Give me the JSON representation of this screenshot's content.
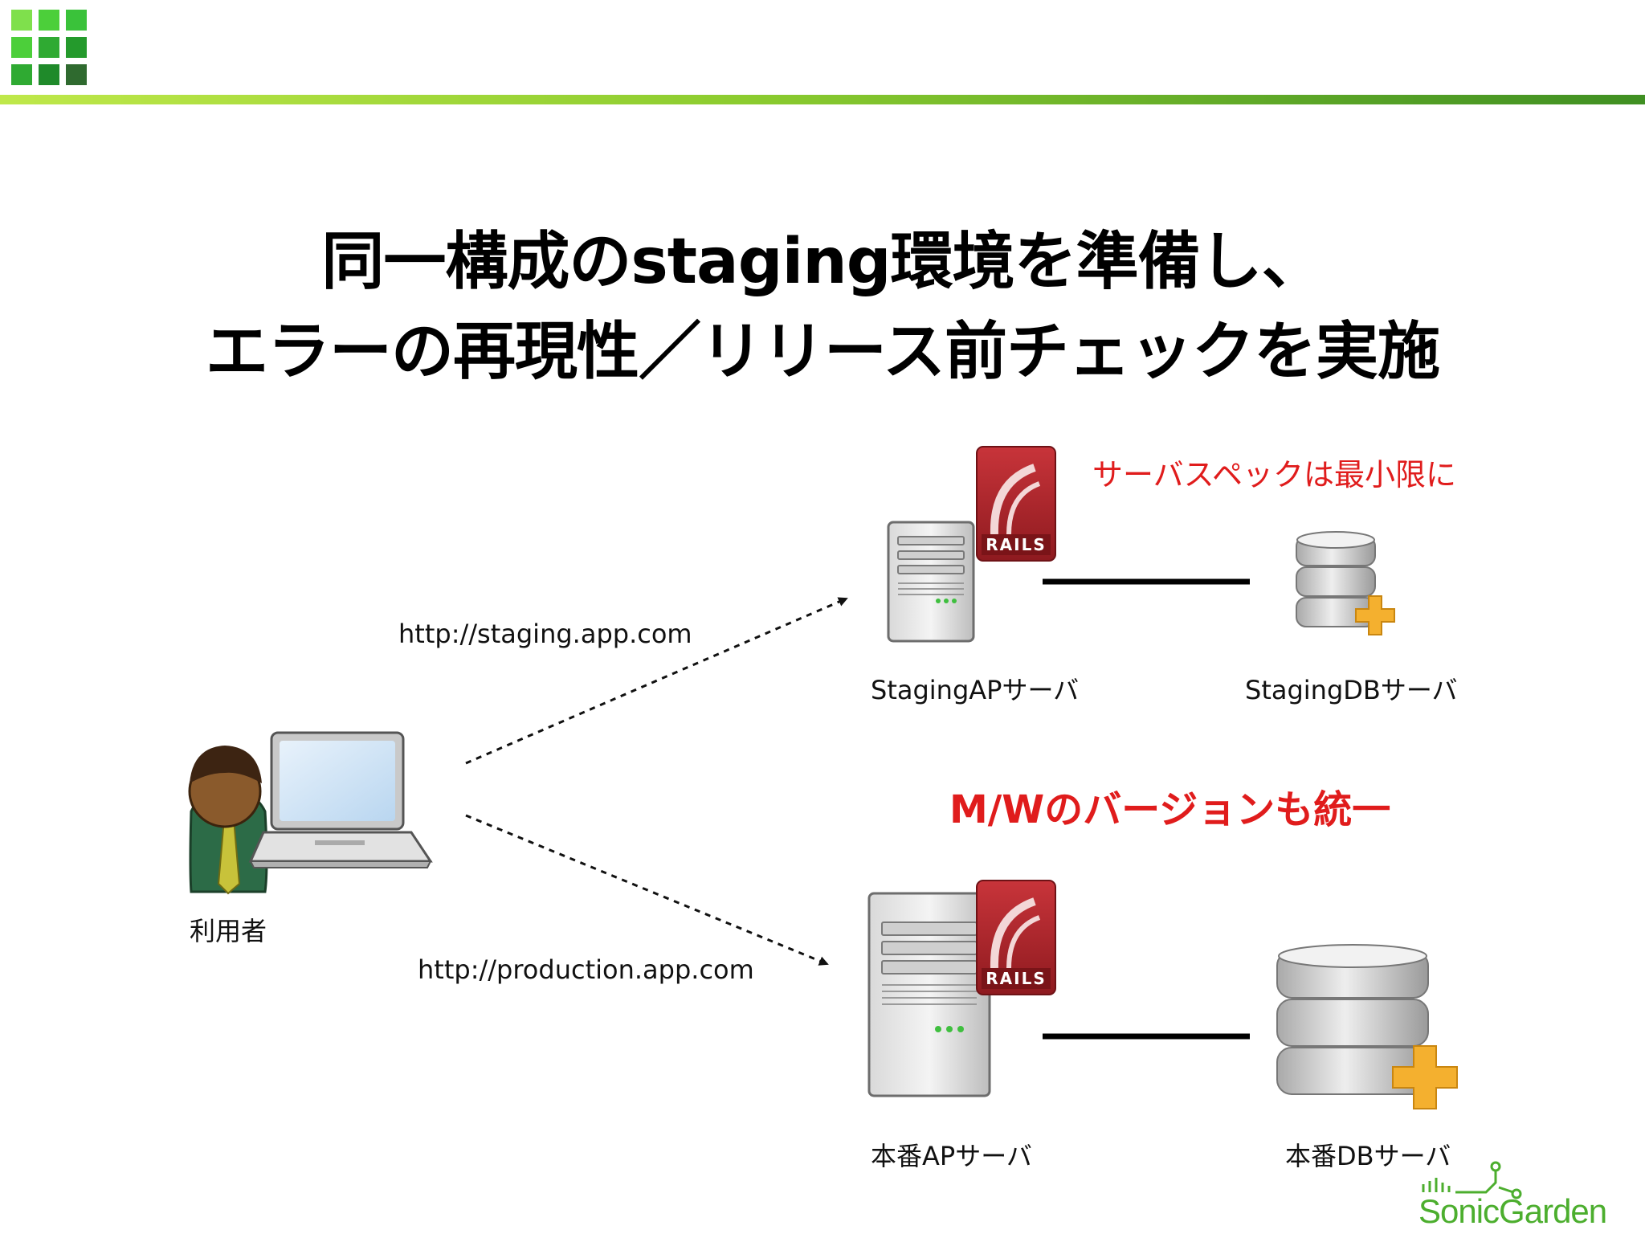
{
  "title": {
    "line1": "同一構成のstaging環境を準備し、",
    "line2": "エラーの再現性／リリース前チェックを実施"
  },
  "user": {
    "label": "利用者"
  },
  "urls": {
    "staging": "http://staging.app.com",
    "production": "http://production.app.com"
  },
  "servers": {
    "staging_ap": "StagingAPサーバ",
    "staging_db": "StagingDBサーバ",
    "production_ap": "本番APサーバ",
    "production_db": "本番DBサーバ"
  },
  "notes": {
    "server_spec": "サーバスペックは最小限に",
    "middleware": "M/Wのバージョンも統一"
  },
  "rails_badge": "RAILS",
  "footer_logo": "SonicGarden",
  "colors": {
    "accent_red": "#e01c1c",
    "header_green": "#3f8f22",
    "logo_green": "#4cae2e"
  }
}
